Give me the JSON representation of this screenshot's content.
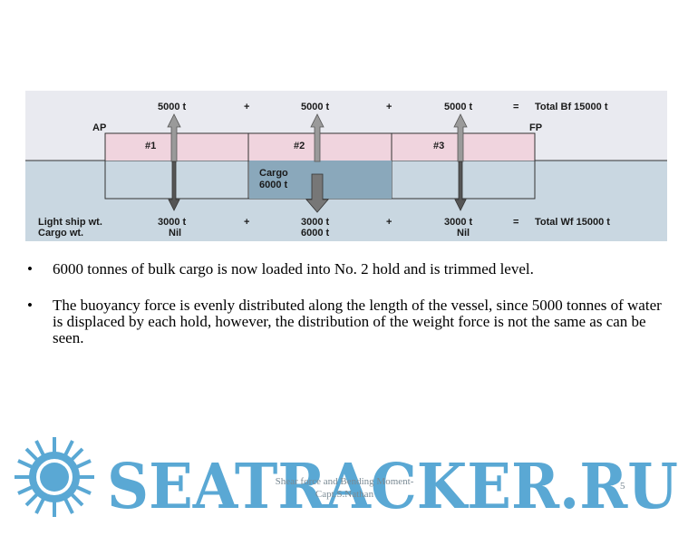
{
  "diagram": {
    "top_forces": [
      "5000 t",
      "+",
      "5000 t",
      "+",
      "5000 t",
      "=",
      "Total Bf 15000 t"
    ],
    "ap": "AP",
    "fp": "FP",
    "holds": [
      "#1",
      "#2",
      "#3"
    ],
    "cargo_line1": "Cargo",
    "cargo_line2": "6000 t",
    "light_ship_label": "Light ship wt.",
    "cargo_wt_label": "Cargo wt.",
    "bottom_light": [
      "3000 t",
      "+",
      "3000 t",
      "+",
      "3000 t",
      "=",
      "Total Wf 15000 t"
    ],
    "bottom_cargo": [
      "Nil",
      "6000 t",
      "Nil"
    ],
    "colors": {
      "background": "#e9eaf0",
      "water": "#c4d3de",
      "hull": "#f0d4de",
      "cargo": "#7f9fb4",
      "arrow": "#8c8c8c"
    }
  },
  "bullets": [
    {
      "symbol": "•",
      "text": "6000 tonnes of bulk cargo is now loaded into No. 2 hold and is trimmed level."
    },
    {
      "symbol": "•",
      "text": "The buoyancy force is evenly distributed along the length of the vessel, since 5000 tonnes of water is displaced by each hold, however, the distribution of the weight force is not the same as can be seen."
    }
  ],
  "footer": {
    "title_line1": "Shear force and Bending Moment-",
    "title_line2": "Capt.S.Nathan",
    "page_number": "5",
    "watermark": "SEATRACKER.RU",
    "watermark_color": "#5aa8d4"
  }
}
